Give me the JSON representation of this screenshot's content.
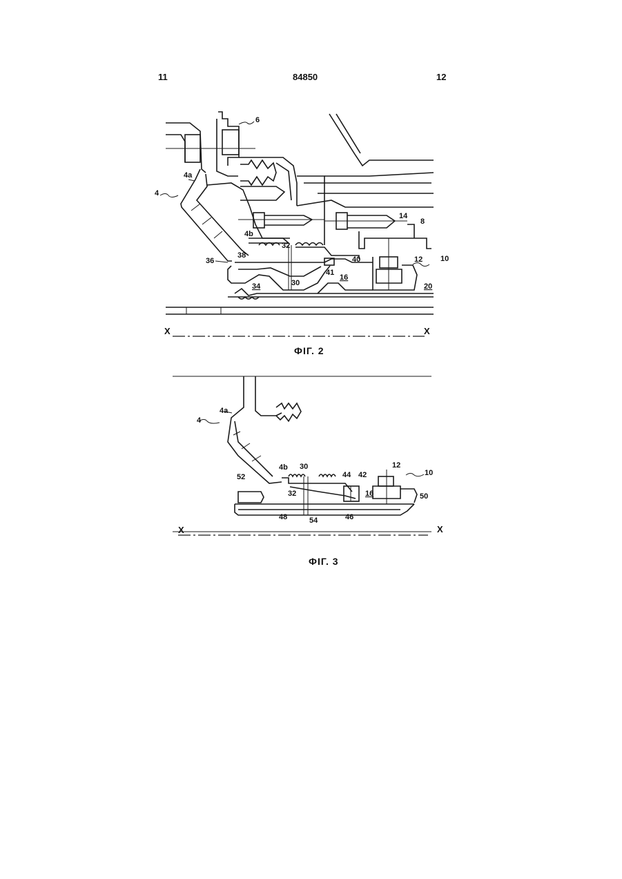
{
  "header": {
    "page_left": "11",
    "doc_number": "84850",
    "page_right": "12"
  },
  "figure2": {
    "caption": "ФIГ. 2",
    "axis_left": "X",
    "axis_right": "X",
    "labels": {
      "l6": "6",
      "l4a": "4a",
      "l4": "4",
      "l14": "14",
      "l8": "8",
      "l4b": "4b",
      "l32": "32",
      "l36": "36",
      "l38": "38",
      "l40": "40",
      "l12": "12",
      "l10": "10",
      "l41": "41",
      "l34": "34",
      "l30": "30",
      "l16": "16",
      "l20": "20"
    }
  },
  "figure3": {
    "caption": "ФIГ. 3",
    "axis_left": "X",
    "axis_right": "X",
    "labels": {
      "l4a": "4a",
      "l4": "4",
      "l4b": "4b",
      "l30": "30",
      "l12": "12",
      "l10": "10",
      "l44": "44",
      "l42": "42",
      "l52": "52",
      "l32": "32",
      "l16": "16",
      "l50": "50",
      "l48": "48",
      "l54": "54",
      "l46": "46"
    }
  }
}
